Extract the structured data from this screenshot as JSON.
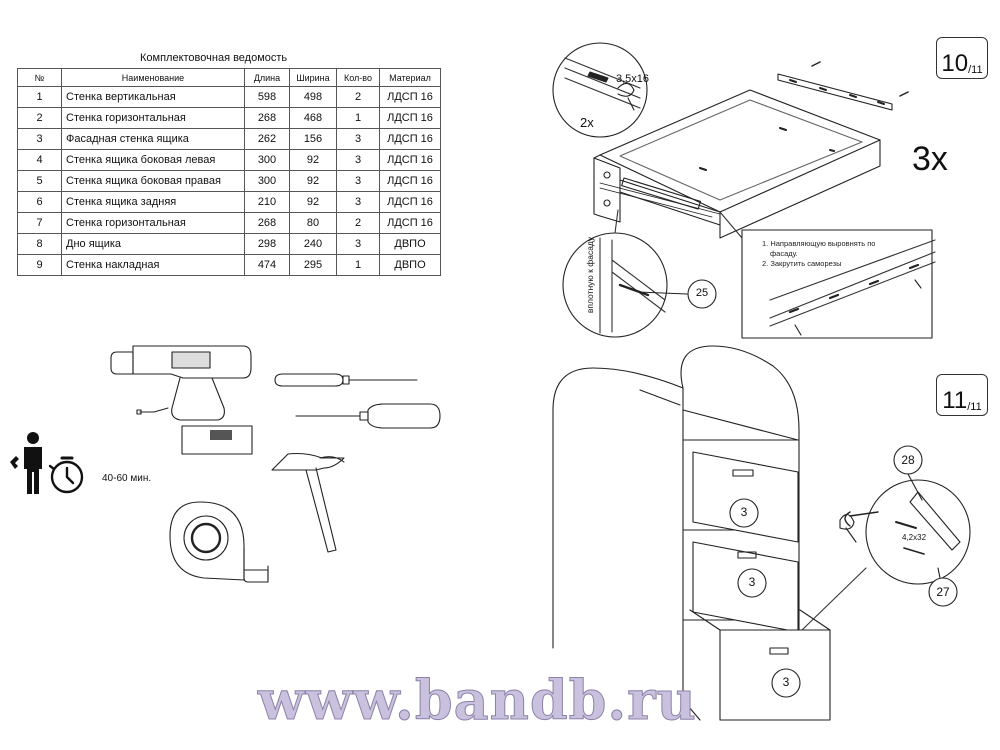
{
  "table": {
    "title": "Комплектовочная ведомость",
    "headers": [
      "№",
      "Наименование",
      "Длина",
      "Ширина",
      "Кол-во",
      "Материал"
    ],
    "rows": [
      [
        "1",
        "Стенка вертикальная",
        "598",
        "498",
        "2",
        "ЛДСП 16"
      ],
      [
        "2",
        "Стенка горизонтальная",
        "268",
        "468",
        "1",
        "ЛДСП 16"
      ],
      [
        "3",
        "Фасадная стенка ящика",
        "262",
        "156",
        "3",
        "ЛДСП 16"
      ],
      [
        "4",
        "Стенка ящика боковая левая",
        "300",
        "92",
        "3",
        "ЛДСП 16"
      ],
      [
        "5",
        "Стенка ящика боковая правая",
        "300",
        "92",
        "3",
        "ЛДСП 16"
      ],
      [
        "6",
        "Стенка ящика задняя",
        "210",
        "92",
        "3",
        "ЛДСП 16"
      ],
      [
        "7",
        "Стенка горизонтальная",
        "268",
        "80",
        "2",
        "ЛДСП 16"
      ],
      [
        "8",
        "Дно ящика",
        "298",
        "240",
        "3",
        "ДВПО"
      ],
      [
        "9",
        "Стенка накладная",
        "474",
        "295",
        "1",
        "ДВПО"
      ]
    ]
  },
  "tools": {
    "time": "40-60 мин.",
    "icons": [
      "worker-icon",
      "stopwatch-icon",
      "drill-icon",
      "screwdriver-icon",
      "hammer-icon",
      "tape-measure-icon"
    ]
  },
  "step10": {
    "number": "10",
    "total": "/11",
    "multiplier": "3x",
    "screw_count": "2x",
    "screw_size": "3,5x16",
    "side_label": "вплотную к фасаду",
    "callout": "25",
    "note_lines": [
      "1. Направляющую выровнять по",
      "фасаду.",
      "2. Закрутить саморезы"
    ]
  },
  "step11": {
    "number": "11",
    "total": "/11",
    "drawer_labels": [
      "3",
      "3",
      "3"
    ],
    "callout_handle": "28",
    "callout_screw": "27",
    "screw_size": "4,2x32"
  },
  "watermark": "www.bandb.ru"
}
